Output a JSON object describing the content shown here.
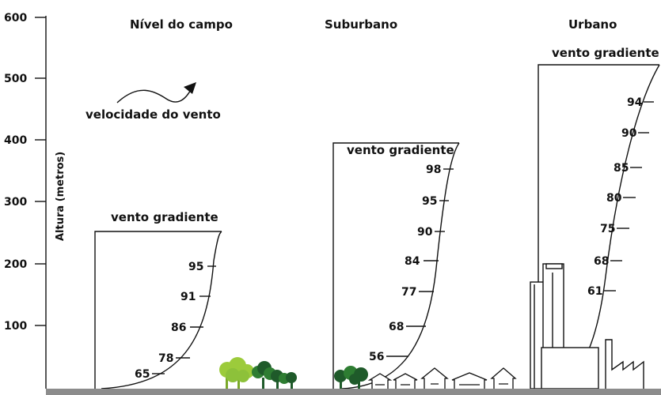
{
  "y_axis": {
    "title": "Altura (metros)",
    "ticks": [
      "600",
      "500",
      "400",
      "300",
      "200",
      "100"
    ]
  },
  "wind_speed_label": "velocidade do vento",
  "terrains": [
    {
      "name": "Nível do campo",
      "gradient_label": "vento gradiente",
      "gradient_height_m": 255,
      "speeds": [
        "95",
        "91",
        "86",
        "78",
        "65"
      ]
    },
    {
      "name": "Suburbano",
      "gradient_label": "vento gradiente",
      "gradient_height_m": 400,
      "speeds": [
        "98",
        "95",
        "90",
        "84",
        "77",
        "68",
        "56"
      ]
    },
    {
      "name": "Urbano",
      "gradient_label": "vento gradiente",
      "gradient_height_m": 520,
      "speeds": [
        "94",
        "90",
        "85",
        "80",
        "75",
        "68",
        "61"
      ]
    }
  ],
  "colors": {
    "ground": "#8c8c8c",
    "tree_light": "#9ccb3b",
    "tree_dark": "#1f5a2a",
    "tree_mid": "#2e7d32",
    "line": "#111111"
  }
}
